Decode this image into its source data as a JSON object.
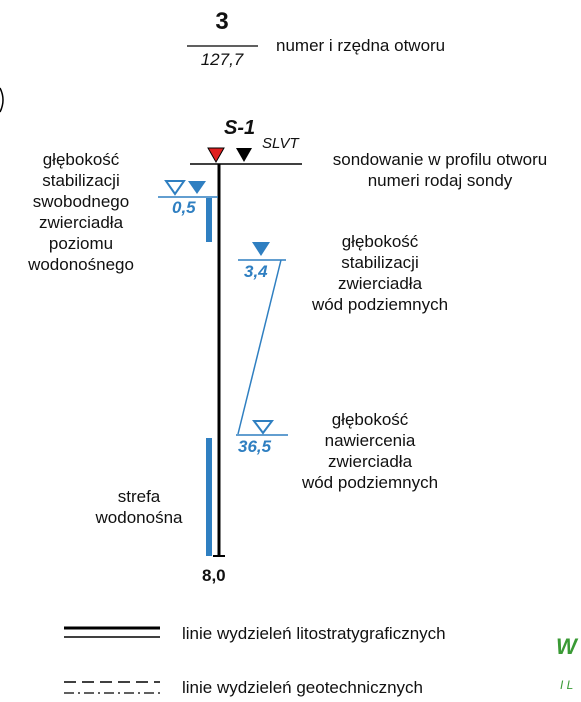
{
  "header": {
    "bore_number": "3",
    "bore_elevation": "127,7",
    "caption": "numer i rzędna otworu"
  },
  "borehole": {
    "name": "S-1",
    "sounding_code": "SLVT",
    "bottom_depth": "8,0"
  },
  "labels": {
    "sounding_line1": "sondowanie w profilu otworu",
    "sounding_line2": "numeri rodaj sondy",
    "free_water_line1": "głębokość",
    "free_water_line2": "stabilizacji",
    "free_water_line3": "swobodnego",
    "free_water_line4": "zwierciadła",
    "free_water_line5": "poziomu",
    "free_water_line6": "wodonośnego",
    "stab_line1": "głębokość",
    "stab_line2": "stabilizacji",
    "stab_line3": "zwierciadła",
    "stab_line4": "wód podziemnych",
    "drill_line1": "głębokość",
    "drill_line2": "nawiercenia",
    "drill_line3": "zwierciadła",
    "drill_line4": "wód podziemnych",
    "aquifer_line1": "strefa",
    "aquifer_line2": "wodonośna"
  },
  "depths": {
    "free_water": "0,5",
    "stabilized": "3,4",
    "drilled": "36,5"
  },
  "legend": [
    {
      "label": "linie wydzieleń litostratygraficznych",
      "style": "solid"
    },
    {
      "label": "linie wydzieleń geotechnicznych",
      "style": "dashed"
    }
  ],
  "colors": {
    "water_blue": "#2f7fc1",
    "marker_red": "#e02020",
    "line_black": "#000000",
    "cut_green": "#3a9a35"
  },
  "cut_off": {
    "letter_w": "W",
    "sub_text": "I L"
  }
}
